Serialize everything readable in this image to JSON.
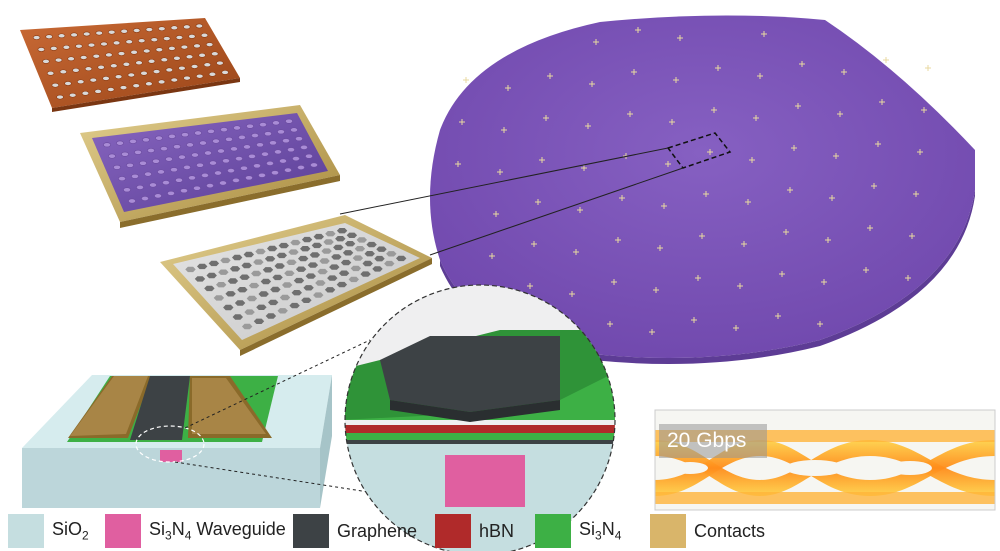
{
  "eye_diagram": {
    "label": "20 Gbps"
  },
  "legend": [
    {
      "key": "sio2",
      "text_main": "SiO",
      "text_sub": "2",
      "text_after": "",
      "color": "#c5dee0"
    },
    {
      "key": "si3n4-waveguide",
      "text_main": "Si",
      "text_sub": "3",
      "text_mid": "N",
      "text_sub2": "4",
      "text_after": " Waveguide",
      "color": "#e05fa0"
    },
    {
      "key": "graphene",
      "text_main": "Graphene",
      "color": "#3d4245"
    },
    {
      "key": "hbn",
      "text_main": "hBN",
      "color": "#b02a2a"
    },
    {
      "key": "si3n4",
      "text_main": "Si",
      "text_sub": "3",
      "text_mid": "N",
      "text_sub2": "4",
      "text_after": "",
      "color": "#3db045"
    },
    {
      "key": "contacts",
      "text_main": "Contacts",
      "color": "#d9b56a"
    }
  ],
  "colors": {
    "wafer": "#7b52b5",
    "copper": "#b55a2a",
    "gold": "#c9a95a",
    "marker": "#e8d9a0"
  }
}
